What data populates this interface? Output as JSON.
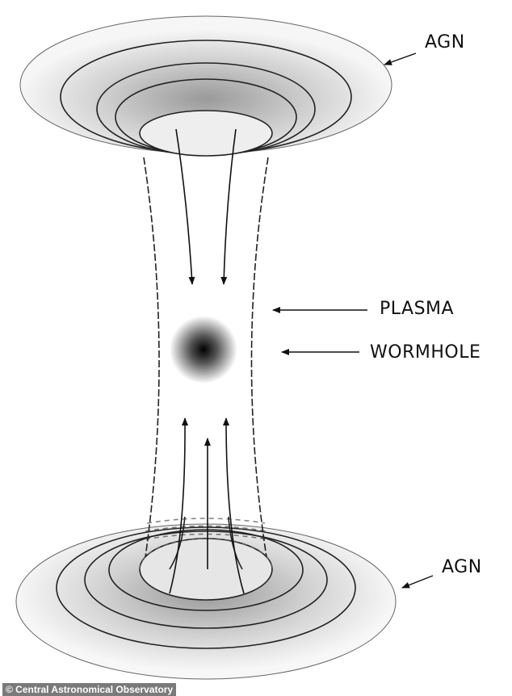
{
  "labels": {
    "agn_top": "AGN",
    "plasma": "PLASMA",
    "wormhole": "WORMHOLE",
    "agn_bottom": "AGN"
  },
  "credit": "© Central Astronomical Observatory"
}
